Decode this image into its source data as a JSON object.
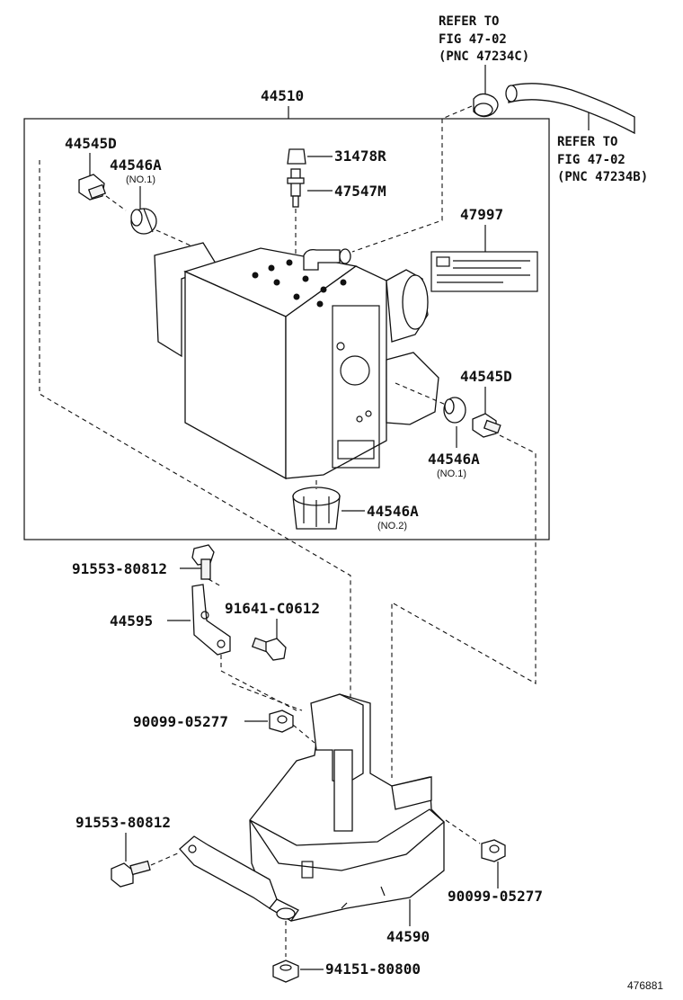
{
  "references": {
    "fig_c": [
      "REFER TO",
      "FIG 47-02",
      "(PNC 47234C)"
    ],
    "fig_b": [
      "REFER TO",
      "FIG 47-02",
      "(PNC 47234B)"
    ]
  },
  "parts": {
    "assembly": "44510",
    "bolt_top_left": "44545D",
    "cushion_top_left": "44546A",
    "cushion_top_left_note": "(NO.1)",
    "cap": "31478R",
    "valve": "47547M",
    "label_plate": "47997",
    "bolt_right": "44545D",
    "cushion_right": "44546A",
    "cushion_right_note": "(NO.1)",
    "cushion_bottom": "44546A",
    "cushion_bottom_note": "(NO.2)",
    "bolt_1": "91553-80812",
    "bracket_small": "44595",
    "bolt_2": "91641-C0612",
    "nut_1": "90099-05277",
    "bolt_3": "91553-80812",
    "nut_2": "90099-05277",
    "bracket_main": "44590",
    "nut_3": "94151-80800"
  },
  "figure_id": "476881"
}
